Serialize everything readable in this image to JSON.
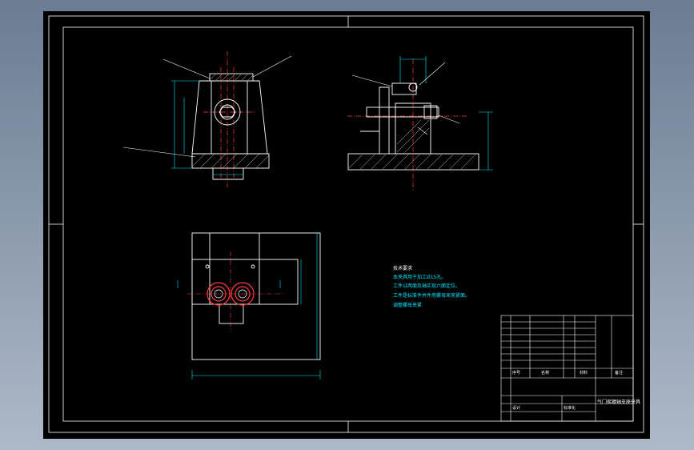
{
  "drawing": {
    "background": "#000000",
    "frame_color": "#ffffff",
    "outline_color": "#ffffff",
    "centerline_color": "#ff3b3b",
    "dimension_color": "#00e5ff",
    "leader_color": "#ffffff",
    "hatch_color": "#ffffff"
  },
  "technical_notes": {
    "title": "技术要求",
    "lines": [
      "本夹具用于加工Ø15孔。",
      "工件以两面及轴实现六面定位。",
      "工件是标准件并件用螺母来夹紧面。",
      "调整螺母夹紧"
    ]
  },
  "title_block": {
    "drawing_name": "气门摇臂轴支座夹具",
    "left_labels": [
      "序号",
      "名称"
    ],
    "right_labels": [
      "材料",
      "备注"
    ],
    "sign_row": [
      "设计",
      "标准化"
    ]
  }
}
